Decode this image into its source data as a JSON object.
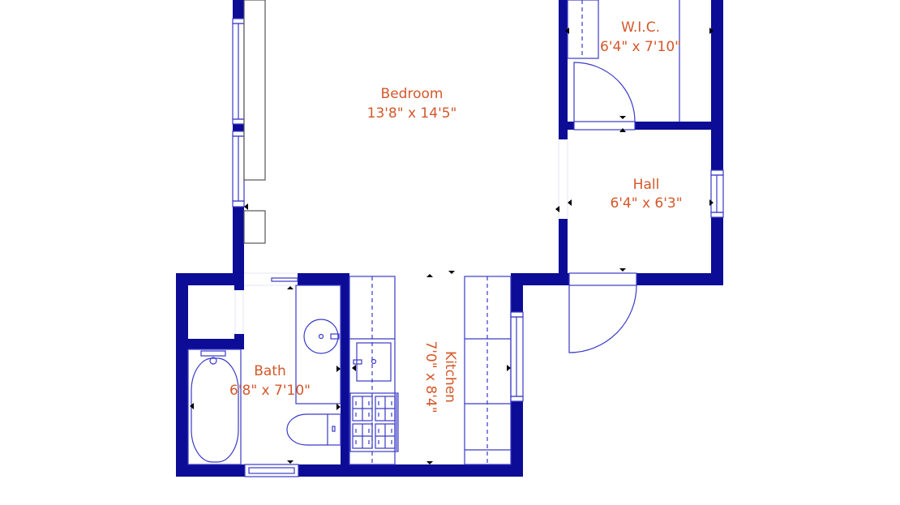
{
  "floorplan": {
    "colors": {
      "wall": "#0c0c96",
      "fixture_line": "#3a3ac8",
      "label": "#d4582a",
      "background": "#ffffff"
    },
    "rooms": [
      {
        "name": "Bedroom",
        "dimensions": "13'8\" x 14'5\""
      },
      {
        "name": "W.I.C.",
        "dimensions": "6'4\" x 7'10\""
      },
      {
        "name": "Hall",
        "dimensions": "6'4\" x 6'3\""
      },
      {
        "name": "Bath",
        "dimensions": "6'8\" x 7'10\""
      },
      {
        "name": "Kitchen",
        "dimensions": "7'0\" x 8'4\""
      }
    ]
  }
}
